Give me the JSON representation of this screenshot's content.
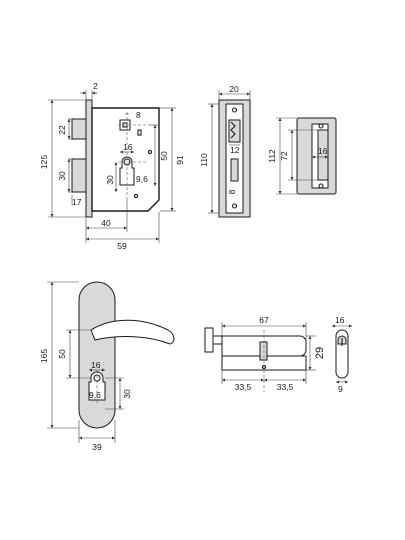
{
  "lock_body": {
    "d_2": "2",
    "d_8": "8",
    "d_22": "22",
    "d_125": "125",
    "d_16": "16",
    "d_30": "30",
    "d_9_6": "9,6",
    "d_50": "50",
    "d_91": "91",
    "d_17": "17",
    "d_40": "40",
    "d_59": "59"
  },
  "faceplate": {
    "d_20": "20",
    "d_110": "110",
    "d_12": "12",
    "d_8": "8"
  },
  "strike_plate": {
    "d_112": "112",
    "d_72": "72",
    "d_16": "16"
  },
  "handle": {
    "d_165": "165",
    "d_50": "50",
    "d_16": "16",
    "d_9_6": "9,6",
    "d_30": "30",
    "d_39": "39"
  },
  "cylinder": {
    "d_67": "67",
    "d_29": "29",
    "d_33_5_left": "33,5",
    "d_33_5_right": "33,5"
  },
  "cylinder_side": {
    "d_16": "16",
    "d_9": "9"
  }
}
